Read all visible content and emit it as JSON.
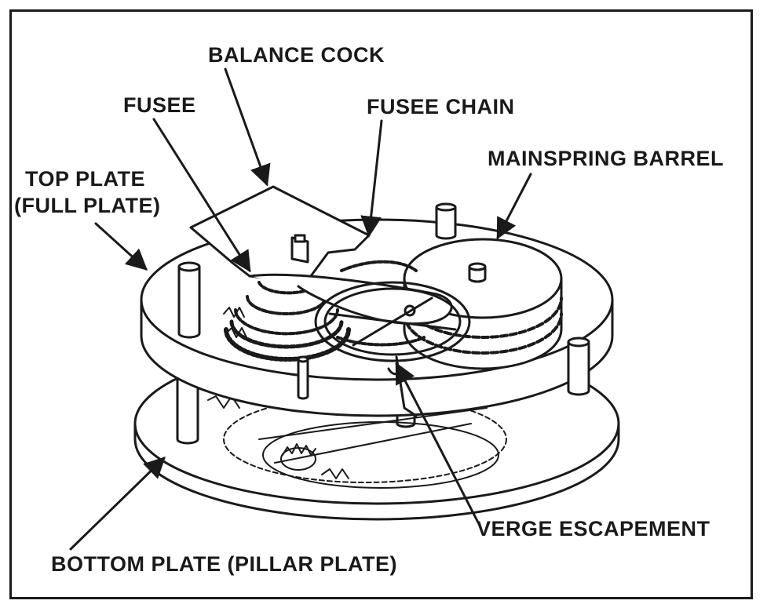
{
  "labels": {
    "balance_cock": "BALANCE COCK",
    "fusee": "FUSEE",
    "fusee_chain": "FUSEE CHAIN",
    "mainspring_barrel": "MAINSPRING BARREL",
    "top_plate_line1": "TOP PLATE",
    "top_plate_line2": "(FULL PLATE)",
    "verge_escapement": "VERGE ESCAPEMENT",
    "bottom_plate": "BOTTOM PLATE (PILLAR PLATE)"
  },
  "colors": {
    "ink": "#1a1a1a",
    "paper": "#ffffff"
  }
}
